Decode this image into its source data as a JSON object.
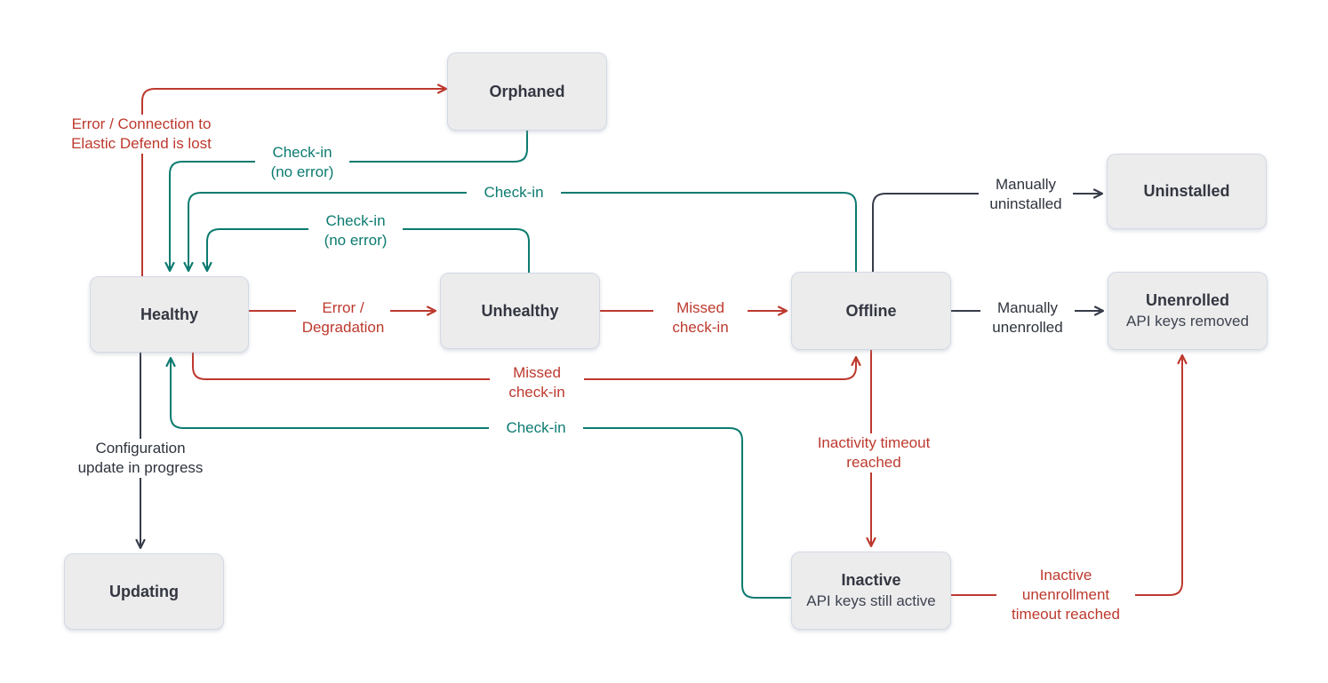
{
  "colors": {
    "red": "#bd392e",
    "teal": "#0c7b70",
    "dark_line": "#363c49",
    "dark_label": "#2e333d",
    "node_fill": "#ececed",
    "node_border": "#d3d9e5",
    "node_title": "#343741",
    "node_subtitle": "#3e4350",
    "background": "#ffffff"
  },
  "nodes": [
    {
      "id": "orphaned",
      "label": "Orphaned"
    },
    {
      "id": "healthy",
      "label": "Healthy"
    },
    {
      "id": "unhealthy",
      "label": "Unhealthy"
    },
    {
      "id": "offline",
      "label": "Offline"
    },
    {
      "id": "uninstalled",
      "label": "Uninstalled"
    },
    {
      "id": "unenrolled",
      "label": "Unenrolled",
      "sub": "API keys removed"
    },
    {
      "id": "updating",
      "label": "Updating"
    },
    {
      "id": "inactive",
      "label": "Inactive",
      "sub": "API keys still active"
    }
  ],
  "edges": [
    {
      "from": "healthy",
      "to": "orphaned",
      "color": "red",
      "label": "Error / Connection to\nElastic Defend is lost"
    },
    {
      "from": "orphaned",
      "to": "healthy",
      "color": "teal",
      "label": "Check-in\n(no error)"
    },
    {
      "from": "offline",
      "to": "healthy",
      "color": "teal",
      "label": "Check-in"
    },
    {
      "from": "unhealthy",
      "to": "healthy",
      "color": "teal",
      "label": "Check-in\n(no error)"
    },
    {
      "from": "healthy",
      "to": "unhealthy",
      "color": "red",
      "label": "Error /\nDegradation"
    },
    {
      "from": "unhealthy",
      "to": "offline",
      "color": "red",
      "label": "Missed\ncheck-in"
    },
    {
      "from": "offline",
      "to": "uninstalled",
      "color": "dark",
      "label": "Manually\nuninstalled"
    },
    {
      "from": "offline",
      "to": "unenrolled",
      "color": "dark",
      "label": "Manually\nunenrolled"
    },
    {
      "from": "healthy",
      "to": "offline",
      "color": "red",
      "label": "Missed\ncheck-in"
    },
    {
      "from": "offline",
      "to": "inactive",
      "color": "red",
      "label": "Inactivity timeout\nreached"
    },
    {
      "from": "inactive",
      "to": "healthy",
      "color": "teal",
      "label": "Check-in"
    },
    {
      "from": "inactive",
      "to": "unenrolled",
      "color": "red",
      "label": "Inactive\nunenrollment\ntimeout reached"
    },
    {
      "from": "healthy",
      "to": "updating",
      "color": "dark",
      "label": "Configuration\nupdate in progress"
    }
  ]
}
